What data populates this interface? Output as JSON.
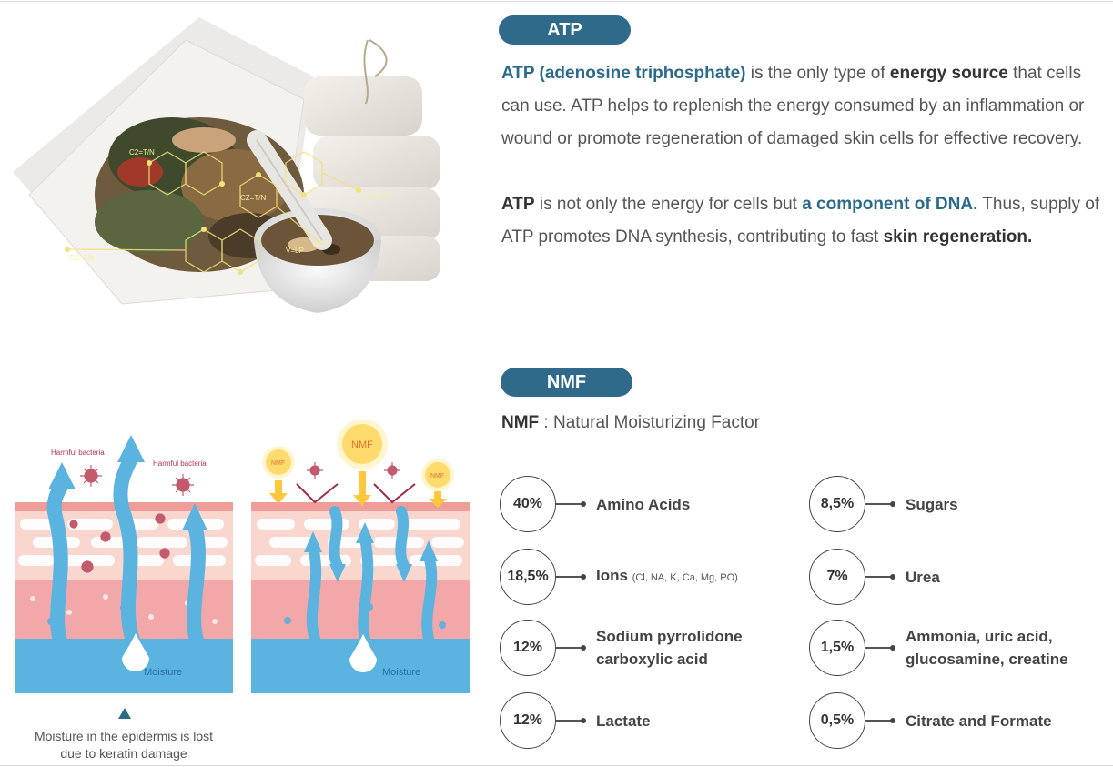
{
  "atp": {
    "pill": "ATP",
    "p1": {
      "t1": "ATP (adenosine triphosphate)",
      "t2": " is the only type of ",
      "t3": "energy source",
      "t4": " that cells can use. ATP helps to replenish the energy consumed by an inflammation or wound or promote regeneration of damaged skin cells for effective recovery."
    },
    "p2": {
      "t1": "ATP",
      "t2": " is not only the energy for cells but ",
      "t3": "a component of DNA.",
      "t4": " Thus, supply of ATP promotes DNA synthesis, contributing to fast ",
      "t5": "skin regeneration."
    },
    "image_labels": {
      "l1": "C2=T/N",
      "l2": "P=CV=LP",
      "l3": "A=C",
      "l4": "V=LP",
      "l5": "CZ=T/N",
      "l6": "C2=T/N"
    }
  },
  "nmf": {
    "pill": "NMF",
    "def_bold": "NMF",
    "def_rest": " : Natural Moisturizing Factor",
    "stats_left": [
      {
        "value": "40%",
        "label": "Amino Acids",
        "sub": ""
      },
      {
        "value": "18,5%",
        "label": "Ions",
        "sub": "(Cl, NA, K, Ca, Mg, PO)"
      },
      {
        "value": "12%",
        "label": "Sodium pyrrolidone",
        "label2": "carboxylic acid"
      },
      {
        "value": "12%",
        "label": "Lactate",
        "sub": ""
      }
    ],
    "stats_right": [
      {
        "value": "8,5%",
        "label": "Sugars"
      },
      {
        "value": "7%",
        "label": "Urea"
      },
      {
        "value": "1,5%",
        "label": "Ammonia, uric acid,",
        "label2": "glucosamine, creatine"
      },
      {
        "value": "0,5%",
        "label": "Citrate and Formate"
      }
    ]
  },
  "diagram": {
    "bacteria_left": "Harmful bacteria",
    "bacteria_right": "Harmful bacteria",
    "moisture_left": "Moisture",
    "moisture_right": "Moisture",
    "nmf_small": "NMF",
    "nmf_big": "NMF",
    "nmf_small2": "NMF",
    "caption_line1": "Moisture in the epidermis is lost",
    "caption_line2": "due to keratin damage"
  }
}
